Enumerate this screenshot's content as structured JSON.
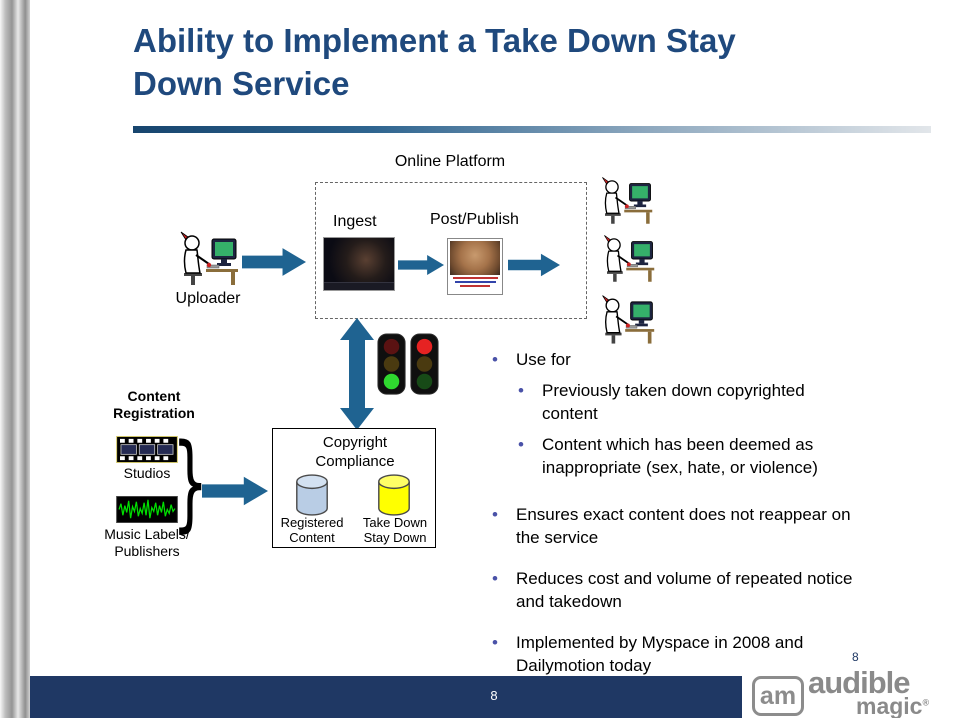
{
  "slide": {
    "title": "Ability to Implement a Take Down Stay Down Service"
  },
  "diagram": {
    "online_platform": "Online Platform",
    "ingest": "Ingest",
    "post_publish": "Post/Publish",
    "uploader": "Uploader",
    "content_registration": "Content Registration",
    "studios": "Studios",
    "music_labels_publishers": "Music Labels/ Publishers",
    "compliance_title": "Copyright Compliance",
    "registered_content": "Registered Content",
    "take_down_stay_down": "Take Down Stay Down",
    "brace": "}"
  },
  "bullets": {
    "dot": "•",
    "b1": "Use for",
    "sub1": "Previously taken down copyrighted content",
    "sub2": "Content which has been deemed as inappropriate (sex, hate, or violence)",
    "b2": "Ensures exact content does not reappear on the service",
    "b3": "Reduces cost and volume of repeated notice and takedown",
    "b4": "Implemented by Myspace in 2008 and Dailymotion today"
  },
  "footer": {
    "page_number": "8",
    "corner_page_number": "8",
    "logo_mark": "am",
    "logo_word_top": "audible",
    "logo_word_bottom": "magic",
    "logo_reg": "®"
  },
  "colors": {
    "title_blue": "#1F497D",
    "arrow_teal": "#1F6391",
    "footer_navy": "#1F3864",
    "registered_cylinder_blue": "#B9CDE5",
    "takedown_cylinder_yellow": "#FFFF00",
    "traffic_green": "#2FD82F",
    "traffic_red": "#E62222",
    "bullet_blue": "#4A52A8",
    "logo_gray": "#8A8A8A"
  },
  "icons": {
    "person-computer-icon": "person at computer clipart",
    "traffic-light-icon": "two traffic lights (green lit / red lit)",
    "film-strip-icon": "film strip",
    "waveform-icon": "audio waveform",
    "database-cylinder-icon": "database cylinder",
    "brace-icon": "curly brace"
  }
}
